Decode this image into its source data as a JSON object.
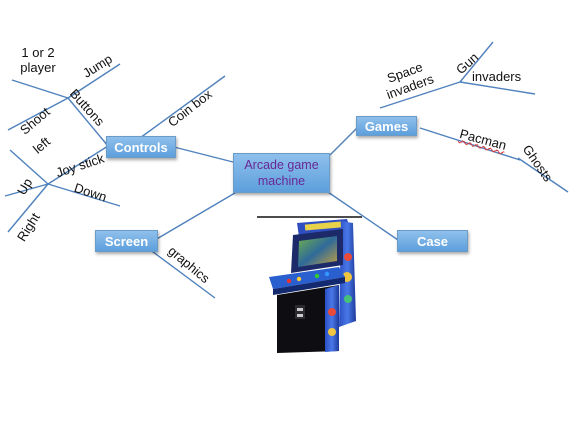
{
  "center": {
    "label": "Arcade game machine"
  },
  "branches": {
    "controls": "Controls",
    "games": "Games",
    "screen": "Screen",
    "case": "Case"
  },
  "controls_labels": {
    "buttons": "Buttons",
    "one_or_two_player": "1 or 2 player",
    "jump": "Jump",
    "shoot": "Shoot",
    "coin_box": "Coin box",
    "joystick": "Joy stick",
    "left": "left",
    "up": "Up",
    "down": "Down",
    "right": "Right"
  },
  "games_labels": {
    "space_invaders": "Space invaders",
    "gun": "Gun",
    "invaders": "invaders",
    "pacman": "Pacman",
    "ghosts": "Ghosts"
  },
  "screen_labels": {
    "graphics": "graphics"
  },
  "colors": {
    "line": "#4f81bd",
    "node_fill": "#6aa8e0",
    "center_text": "#6a2796"
  },
  "image": {
    "name": "arcade-cabinet-illustration"
  }
}
